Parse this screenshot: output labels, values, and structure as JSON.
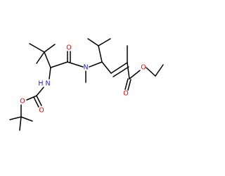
{
  "molecule": {
    "colors": {
      "bond": "#000000",
      "oxygen": "#e60000",
      "nitrogen": "#1a1ae6",
      "background": "#ffffff"
    },
    "atom_labels": {
      "O_ketone_amide": "O",
      "N_tertiary_amide": "N",
      "N_carbamate": "N",
      "N_carbamate_H": "H",
      "O_carbamate_carbonyl": "O",
      "O_carbamate_ether": "O",
      "O_ester_carbonyl": "O",
      "O_ester_ether": "O"
    }
  }
}
